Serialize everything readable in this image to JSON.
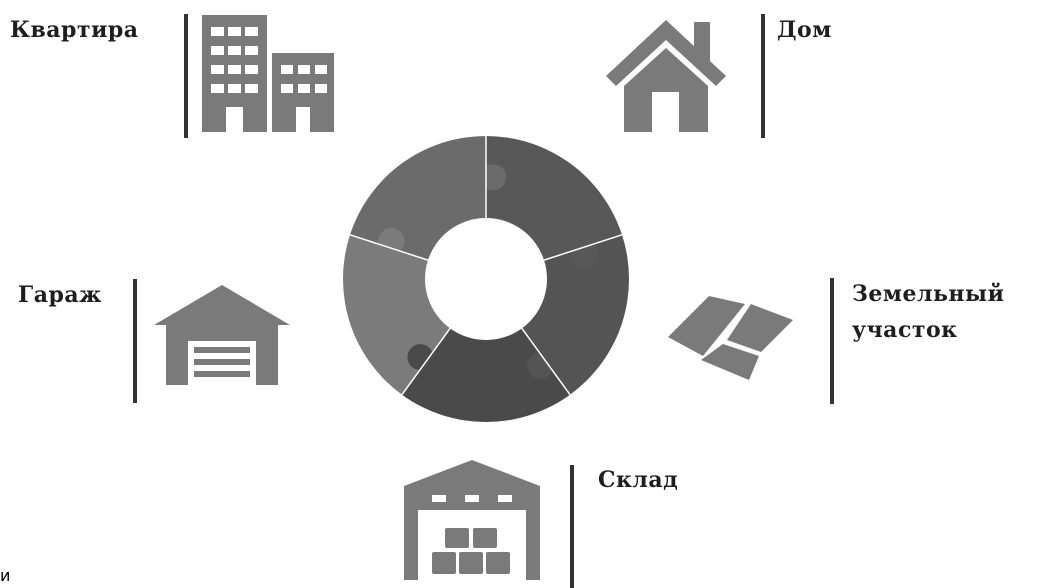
{
  "items": {
    "apartment": "Квартира",
    "house": "Дом",
    "garage": "Гараж",
    "land_line1": "Земельный",
    "land_line2": "участок",
    "warehouse": "Склад"
  },
  "stray_text": "и",
  "colors": {
    "icon": "#7a7a7a",
    "bar": "#333333",
    "segments": [
      "#585858",
      "#545454",
      "#4a4a4a",
      "#7b7b7b",
      "#6b6b6b"
    ]
  },
  "icons": [
    "apartment-building-icon",
    "house-icon",
    "garage-icon",
    "land-plot-icon",
    "warehouse-icon"
  ]
}
